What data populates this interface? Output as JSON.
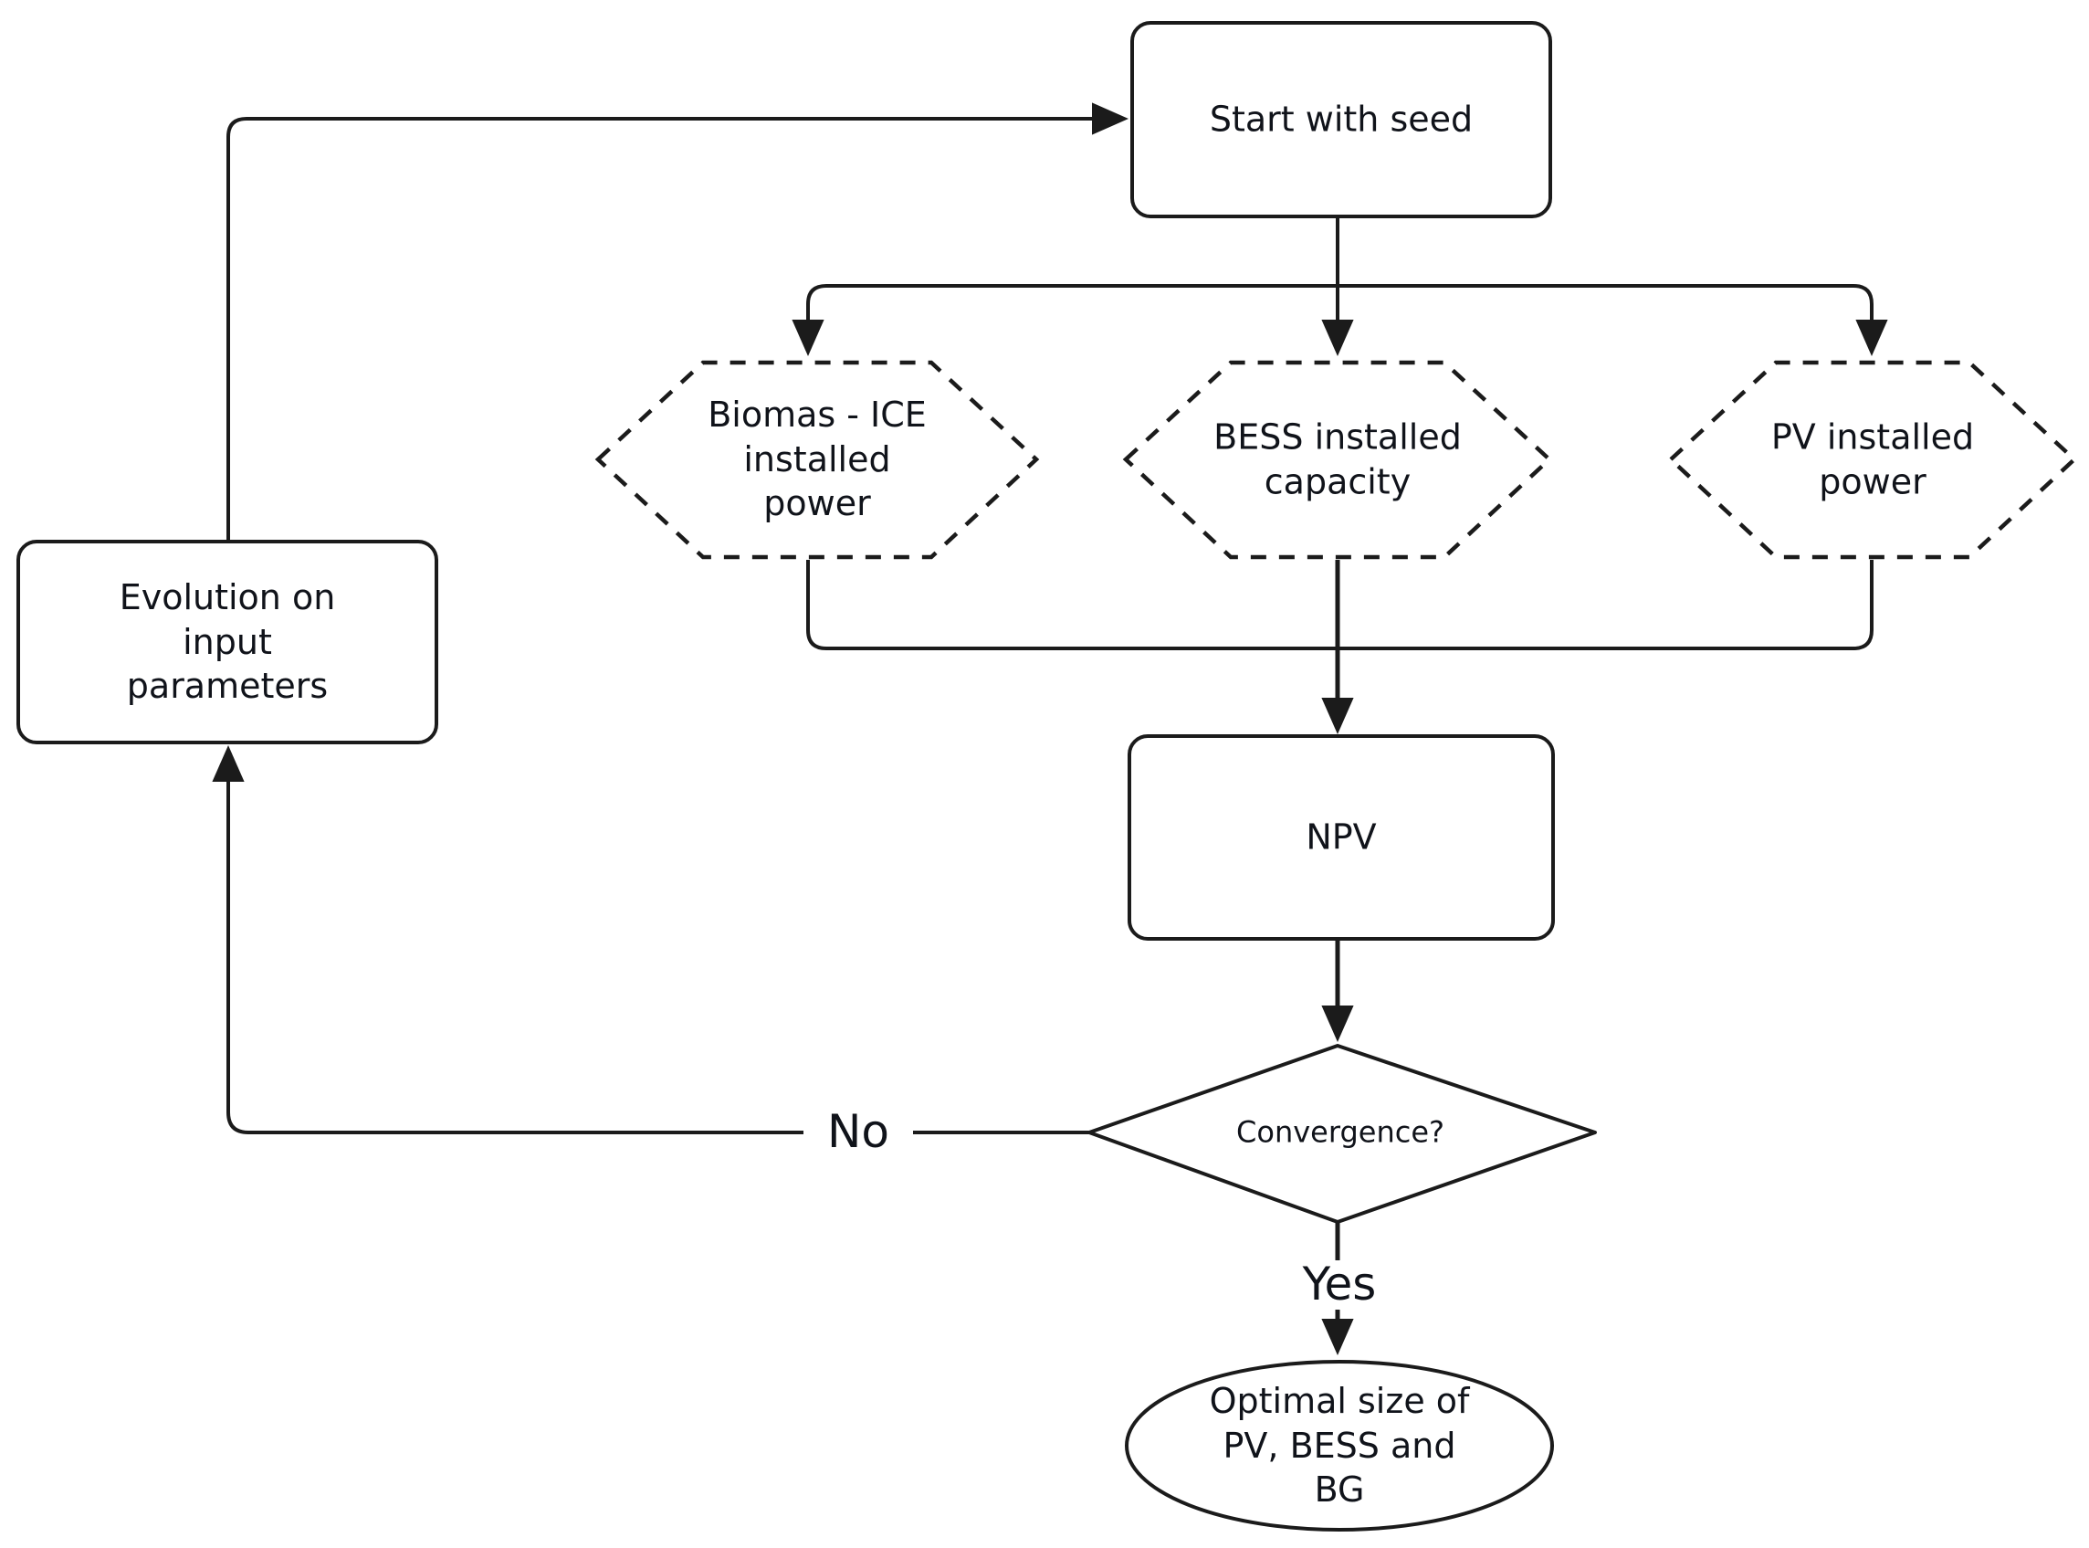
{
  "diagram": {
    "background": "#ffffff",
    "line_color": "#1b1b1b",
    "text_color": "#10131a",
    "nodes": {
      "start": {
        "label": "Start with seed",
        "shape": "rounded-rect"
      },
      "biomas_ice": {
        "label": "Biomas - ICE\ninstalled\npower",
        "shape": "hexagon-dashed"
      },
      "bess": {
        "label": "BESS installed\ncapacity",
        "shape": "hexagon-dashed"
      },
      "pv": {
        "label": "PV installed\npower",
        "shape": "hexagon-dashed"
      },
      "evolution": {
        "label": "Evolution on\ninput\nparameters",
        "shape": "rounded-rect"
      },
      "npv": {
        "label": "NPV",
        "shape": "rounded-rect"
      },
      "convergence": {
        "label": "Convergence?",
        "shape": "diamond"
      },
      "optimal": {
        "label": "Optimal size of\nPV, BESS and\nBG",
        "shape": "ellipse"
      }
    },
    "edge_labels": {
      "no": "No",
      "yes": "Yes"
    }
  }
}
